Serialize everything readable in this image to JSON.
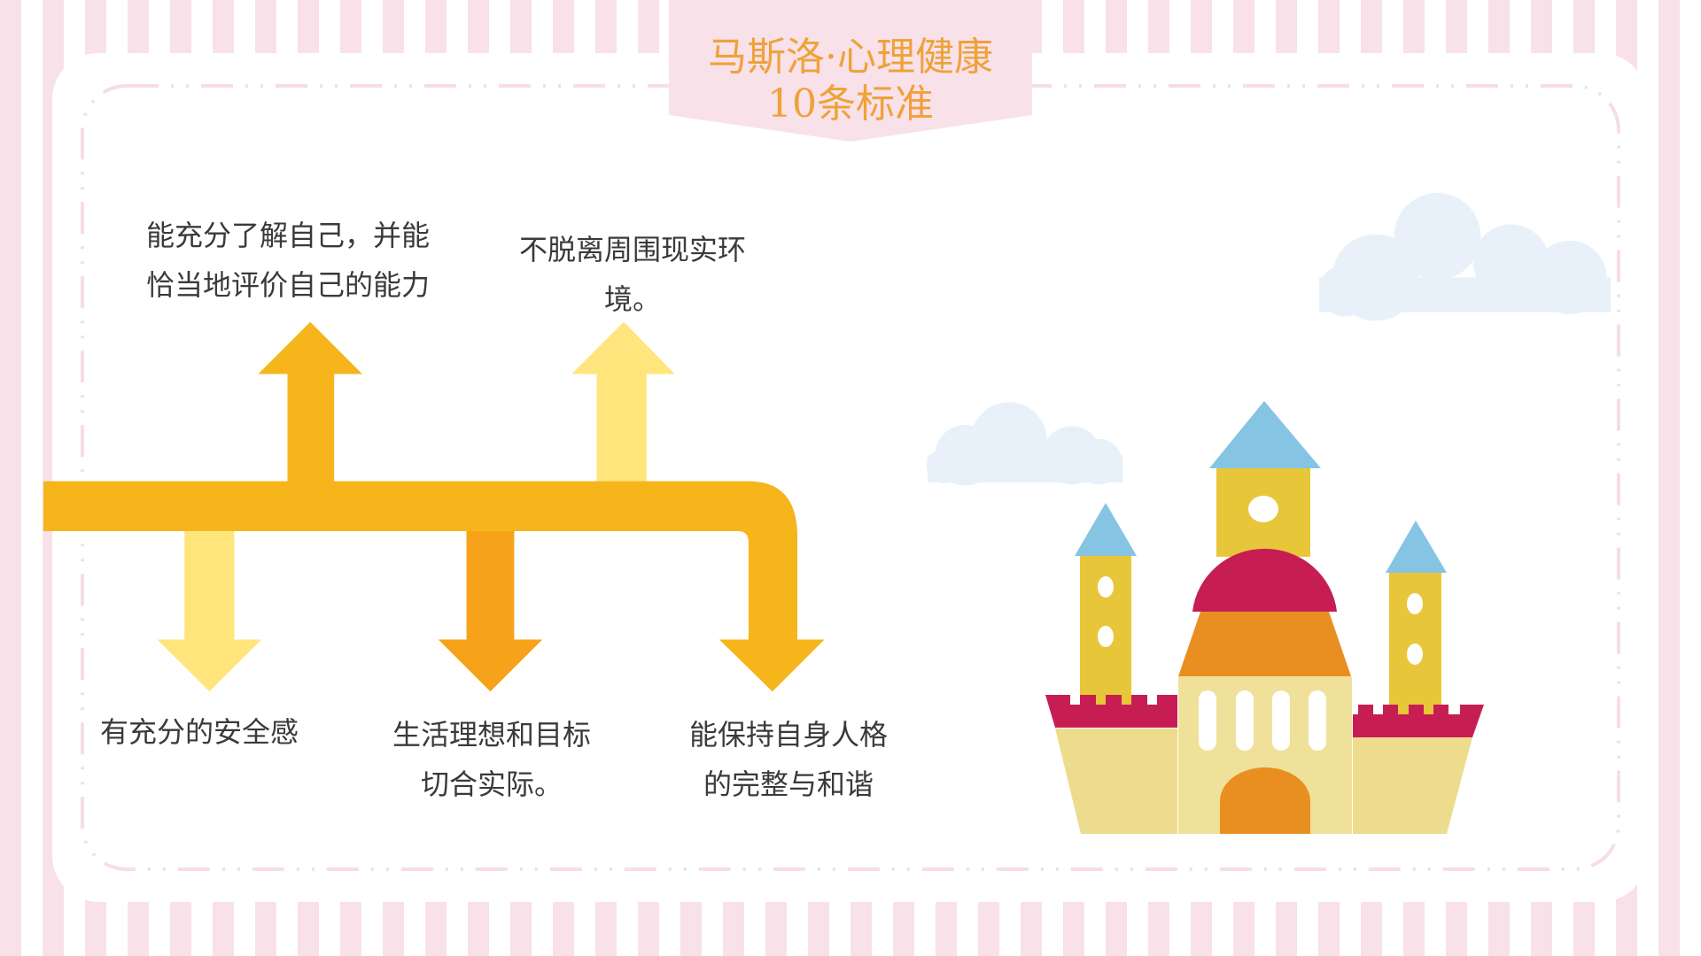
{
  "title": {
    "line1": "马斯洛·心理健康",
    "line2": "10条标准"
  },
  "items": [
    {
      "lines": [
        "能充分了解自己，并能",
        "恰当地评价自己的能力"
      ],
      "arrow": "up",
      "color": "#F5B51B"
    },
    {
      "lines": [
        "不脱离周围现实环",
        "境。"
      ],
      "arrow": "up",
      "color": "#FFE57C"
    },
    {
      "lines": [
        "有充分的安全感"
      ],
      "arrow": "down",
      "color": "#FFE57C"
    },
    {
      "lines": [
        "生活理想和目标",
        "切合实际。"
      ],
      "arrow": "down",
      "color": "#F7A21B"
    },
    {
      "lines": [
        "能保持自身人格",
        "的完整与和谐"
      ],
      "arrow": "down",
      "color": "#F5B51B"
    }
  ],
  "colors": {
    "stripe": "#F8E1E9",
    "title": "#EFA23A",
    "banner": "#F9E1EA",
    "cloud": "#E8F1F9"
  }
}
